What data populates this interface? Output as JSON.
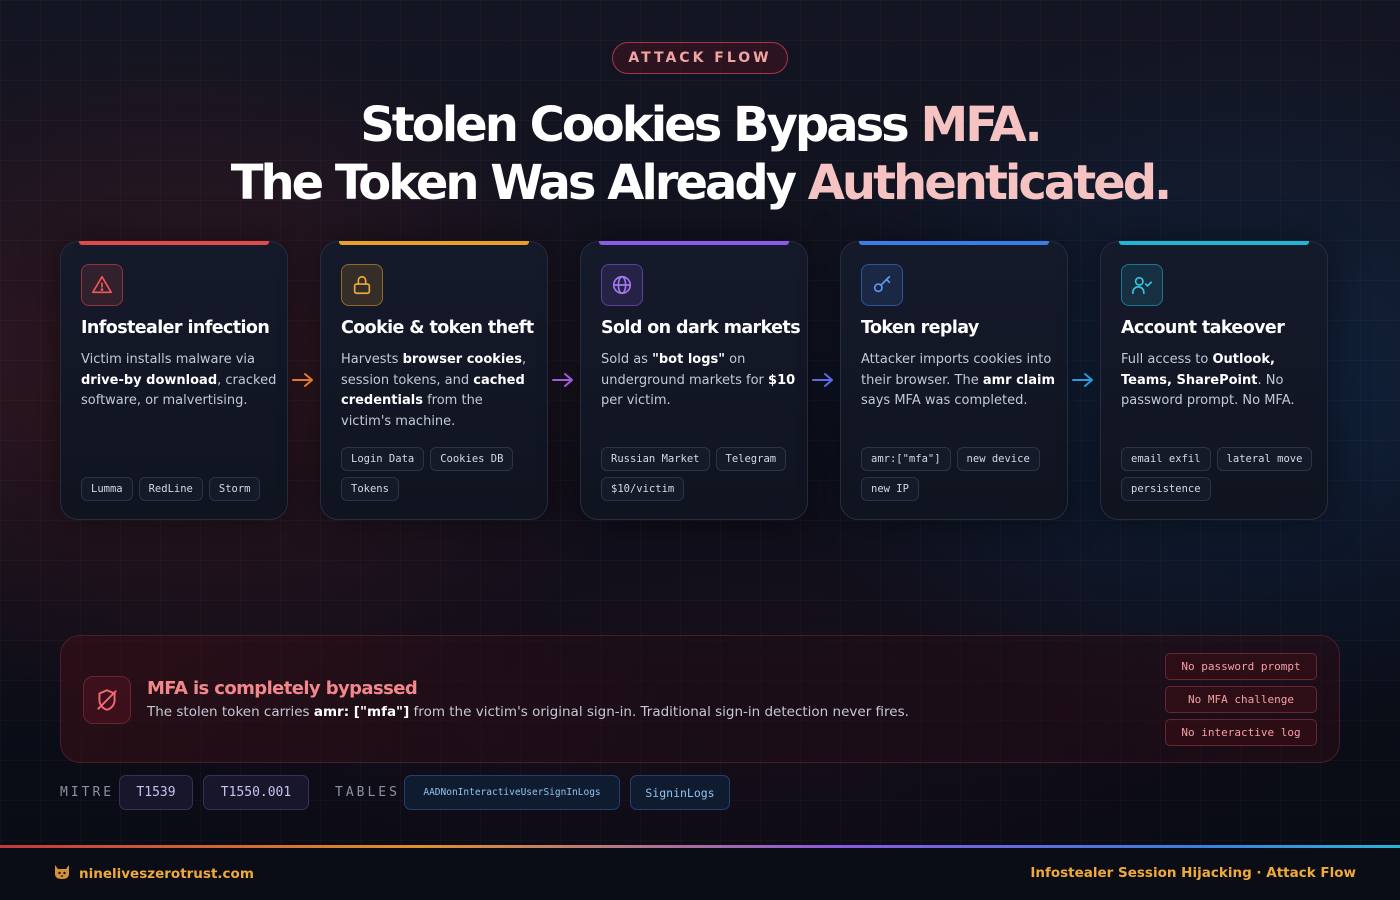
{
  "header": {
    "badge": "ATTACK FLOW",
    "headline_line1_main": "Stolen Cookies Bypass ",
    "headline_line1_accent": "MFA.",
    "headline_line2_main": "The Token Was Already ",
    "headline_line2_accent": "Authenticated."
  },
  "steps": [
    {
      "title": "Infostealer infection",
      "icon": "warning-triangle-icon",
      "color": "#e04a4a",
      "desc": [
        {
          "t": "Victim installs malware via "
        },
        {
          "t": "drive-by download",
          "b": true
        },
        {
          "t": ", cracked software, or malvertising."
        }
      ],
      "tags": [
        "Lumma",
        "RedLine",
        "Storm"
      ]
    },
    {
      "title": "Cookie & token theft",
      "icon": "lock-icon",
      "color": "#e8a02a",
      "desc": [
        {
          "t": "Harvests "
        },
        {
          "t": "browser cookies",
          "b": true
        },
        {
          "t": ", session tokens, and "
        },
        {
          "t": "cached credentials",
          "b": true
        },
        {
          "t": " from the victim's machine."
        }
      ],
      "tags": [
        "Login Data",
        "Cookies DB",
        "Tokens"
      ]
    },
    {
      "title": "Sold on dark markets",
      "icon": "globe-icon",
      "color": "#8a5ae8",
      "desc": [
        {
          "t": "Sold as "
        },
        {
          "t": "\"bot logs\"",
          "b": true
        },
        {
          "t": " on underground markets for "
        },
        {
          "t": "$10",
          "b": true
        },
        {
          "t": " per victim."
        }
      ],
      "tags": [
        "Russian Market",
        "Telegram",
        "$10/victim"
      ]
    },
    {
      "title": "Token replay",
      "icon": "key-icon",
      "color": "#3b7de8",
      "desc": [
        {
          "t": "Attacker imports cookies into their browser. The "
        },
        {
          "t": "amr claim",
          "b": true
        },
        {
          "t": " says MFA was completed."
        }
      ],
      "tags": [
        "amr:[\"mfa\"]",
        "new device",
        "new IP"
      ]
    },
    {
      "title": "Account takeover",
      "icon": "user-check-icon",
      "color": "#22b4d4",
      "desc": [
        {
          "t": "Full access to "
        },
        {
          "t": "Outlook, Teams, SharePoint",
          "b": true
        },
        {
          "t": ". No password prompt. No MFA."
        }
      ],
      "tags": [
        "email exfil",
        "lateral move",
        "persistence"
      ]
    }
  ],
  "arrow_colors": [
    "#e07a2a",
    "#a45ae0",
    "#5a6ae8",
    "#2c9ad8"
  ],
  "mfa": {
    "icon": "shield-off-icon",
    "title": "MFA is completely bypassed",
    "desc_before": "The stolen token carries ",
    "desc_bold": "amr: [\"mfa\"]",
    "desc_after": " from the victim's original sign-in. Traditional sign-in detection never fires.",
    "chips": [
      "No password prompt",
      "No MFA challenge",
      "No interactive log"
    ]
  },
  "meta": {
    "mitre_label": "MITRE",
    "mitre": [
      "T1539",
      "T1550.001"
    ],
    "tables_label": "TABLES",
    "tables": [
      "AADNonInteractiveUserSignInLogs",
      "SigninLogs"
    ]
  },
  "footer": {
    "logo_icon": "cat-icon",
    "site": "nineliveszerotrust.com",
    "caption": "Infostealer Session Hijacking · Attack Flow"
  }
}
